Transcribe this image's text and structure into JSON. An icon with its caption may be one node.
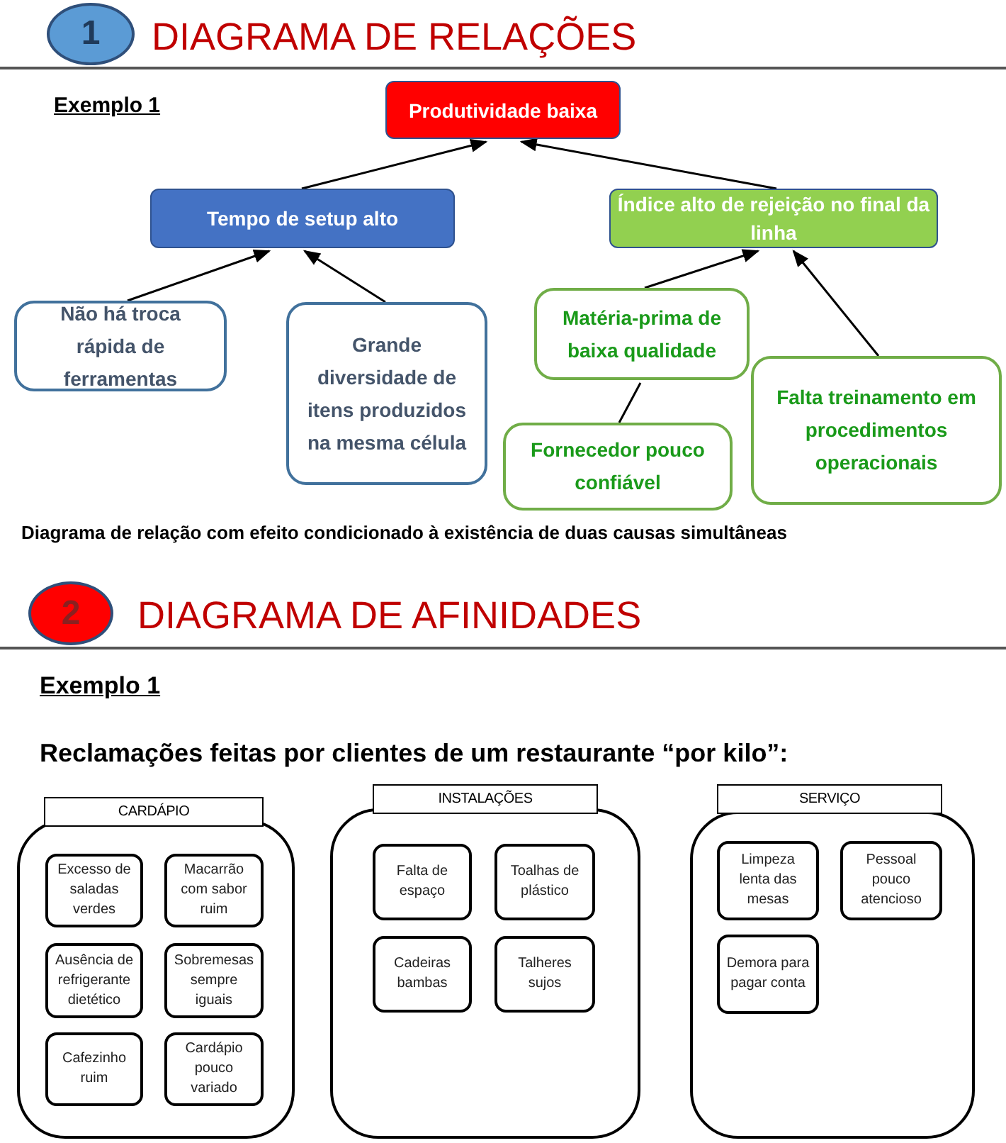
{
  "diagram": {
    "nodes": [
      {
        "text": [
          "1"
        ]
      },
      {
        "text": [
          "Produtividade baixa"
        ]
      },
      {
        "text": [
          "Tempo de setup alto"
        ]
      },
      {
        "text": [
          "Índice alto de rejeição no final da linha"
        ]
      },
      {
        "text": [
          "Não há troca rápida de ferramentas"
        ]
      },
      {
        "text": [
          "Grande diversidade de itens produzidos na mesma célula"
        ]
      },
      {
        "text": [
          "Matéria-prima de baixa qualidade"
        ]
      },
      {
        "text": [
          "Falta treinamento em procedimentos operacionais"
        ]
      },
      {
        "text": [
          "Fornecedor pouco confiável"
        ]
      },
      {
        "text": [
          "2"
        ]
      },
      {
        "text": [
          "CARDÁPIO"
        ]
      },
      {
        "text": [
          "Excesso de saladas verdes"
        ],
        "in": 10
      },
      {
        "text": [
          "Macarrão com sabor ruim"
        ],
        "in": 10
      },
      {
        "text": [
          "Ausência de refrigerante dietético"
        ],
        "in": 10
      },
      {
        "text": [
          "Sobremesas sempre iguais"
        ],
        "in": 10
      },
      {
        "text": [
          "Cafezinho ruim"
        ],
        "in": 10
      },
      {
        "text": [
          "Cardápio pouco variado"
        ],
        "in": 10
      },
      {
        "text": [
          "INSTALAÇÕES"
        ]
      },
      {
        "text": [
          "Falta de espaço"
        ],
        "in": 17
      },
      {
        "text": [
          "Toalhas de plástico"
        ],
        "in": 17
      },
      {
        "text": [
          "Cadeiras bambas"
        ],
        "in": 17
      },
      {
        "text": [
          "Talheres sujos"
        ],
        "in": 17
      },
      {
        "text": [
          "SERVIÇO"
        ]
      },
      {
        "text": [
          "Limpeza lenta das mesas"
        ],
        "in": 22
      },
      {
        "text": [
          "Pessoal pouco atencioso"
        ],
        "in": 22
      },
      {
        "text": [
          "Demora para pagar conta"
        ],
        "in": 22
      }
    ],
    "edges": [
      {
        "from": 2,
        "to": 1,
        "arrow": "to"
      },
      {
        "from": 3,
        "to": 1,
        "arrow": "to"
      },
      {
        "from": 4,
        "to": 2,
        "arrow": "to"
      },
      {
        "from": 5,
        "to": 2,
        "arrow": "to"
      },
      {
        "from": 6,
        "to": 3,
        "arrow": "to"
      },
      {
        "from": 7,
        "to": 3,
        "arrow": "to"
      },
      {
        "from": 8,
        "to": 6,
        "arrow": "none"
      }
    ],
    "labels": [
      "DIAGRAMA DE RELAÇÕES",
      "Exemplo 1",
      "Diagrama de relação  com efeito condicionado à existência de duas causas simultâneas",
      "DIAGRAMA DE AFINIDADES",
      "Exemplo 1",
      "Reclamações feitas por clientes de um restaurante “por kilo”:"
    ]
  }
}
